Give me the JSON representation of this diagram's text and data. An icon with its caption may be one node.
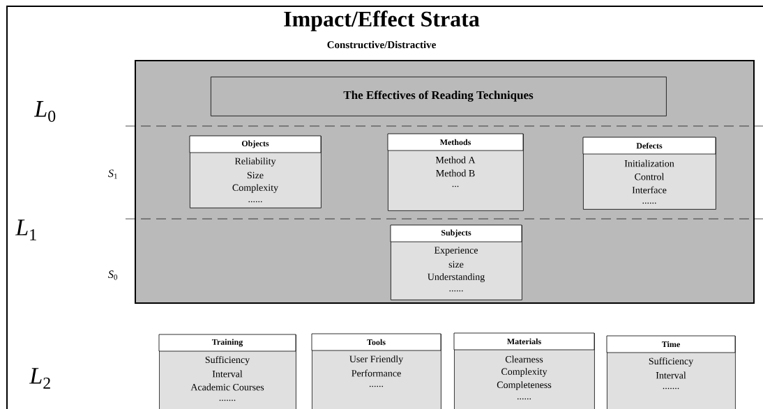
{
  "diagram": {
    "title": "Impact/Effect Strata",
    "caption": "Constructive/Distractive",
    "nodes": [
      {
        "text": [],
        "shape": "box"
      },
      {
        "text": [
          "The Effectives of Reading Techniques"
        ],
        "in": 0
      },
      {
        "text": [
          "Objects",
          "Reliability",
          "Size",
          "Complexity",
          "......"
        ],
        "in": 0
      },
      {
        "text": [
          "Methods",
          "Method A",
          "Method B",
          "..."
        ],
        "in": 0
      },
      {
        "text": [
          "Defects",
          "Initialization",
          "Control",
          "Interface",
          "......"
        ],
        "in": 0
      },
      {
        "text": [
          "Subjects",
          "Experience",
          "size",
          "Understanding",
          "......"
        ],
        "in": 0
      },
      {
        "text": [
          "Training",
          "Sufficiency",
          "Interval",
          "Academic Courses",
          "......."
        ]
      },
      {
        "text": [
          "Tools",
          "User Friendly",
          "Performance",
          "......"
        ]
      },
      {
        "text": [
          "Materials",
          "Clearness",
          "Complexity",
          "Completeness",
          "......"
        ]
      },
      {
        "text": [
          "Time",
          "Sufficiency",
          "Interval",
          "......."
        ]
      }
    ],
    "labels": [
      "*L*$_{0}$",
      "*S*$_{1}$",
      "*L*$_{1}$",
      "*S*$_{0}$",
      "*L*$_{2}$"
    ]
  }
}
